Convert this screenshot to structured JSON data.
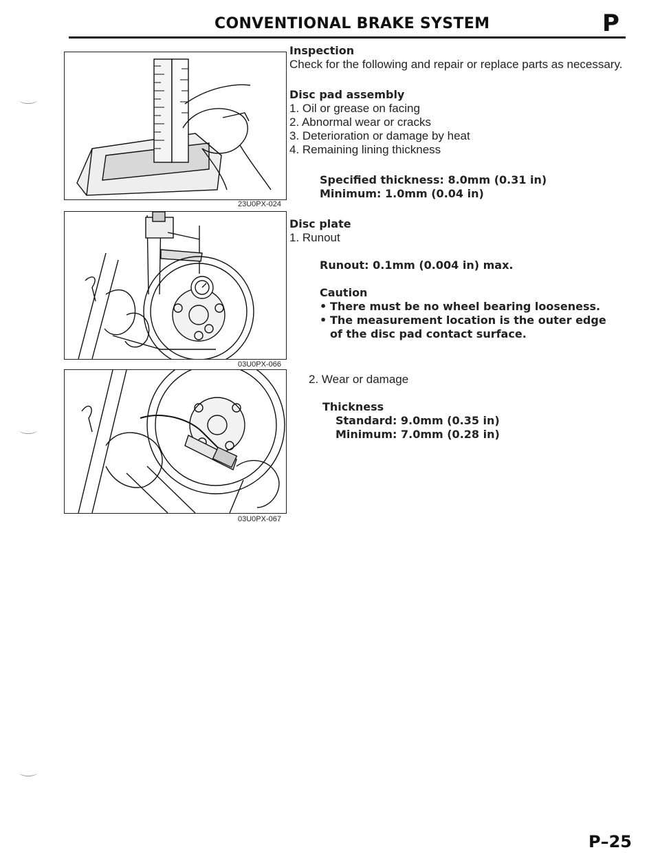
{
  "header": {
    "title": "CONVENTIONAL BRAKE SYSTEM",
    "section_letter": "P"
  },
  "figures": [
    {
      "code": "23U0PX-024",
      "icon": "disc-pad-ruler-illustration"
    },
    {
      "code": "03U0PX-066",
      "icon": "disc-runout-dial-gauge-illustration"
    },
    {
      "code": "03U0PX-067",
      "icon": "disc-thickness-micrometer-illustration"
    }
  ],
  "content": {
    "inspection_heading": "Inspection",
    "inspection_text": "Check for the following and repair or replace parts as necessary.",
    "disc_pad": {
      "heading": "Disc pad assembly",
      "items": [
        "1. Oil or grease on facing",
        "2. Abnormal wear or cracks",
        "3. Deterioration or damage by heat",
        "4. Remaining lining thickness"
      ],
      "spec_specified": "Specified thickness: 8.0mm (0.31 in)",
      "spec_minimum": "Minimum: 1.0mm (0.04 in)"
    },
    "disc_plate": {
      "heading": "Disc plate",
      "item_1": "1. Runout",
      "runout_spec": "Runout: 0.1mm (0.004 in) max.",
      "caution_heading": "Caution",
      "caution_items": [
        "There must be no wheel bearing looseness.",
        "The measurement location is the outer edge of the disc pad contact surface."
      ],
      "item_2": "2. Wear or damage",
      "thickness_heading": "Thickness",
      "thickness_standard": "Standard: 9.0mm (0.35 in)",
      "thickness_minimum": "Minimum: 7.0mm (0.28 in)"
    }
  },
  "footer": {
    "page_number": "P–25"
  }
}
